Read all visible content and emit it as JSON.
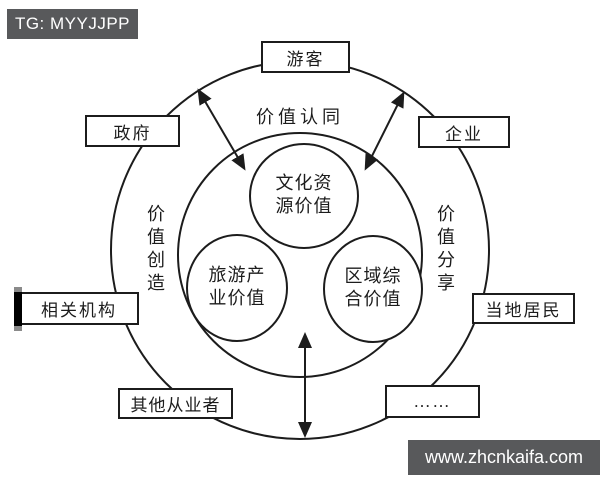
{
  "watermark_top_left": {
    "text": "TG: MYYJJPP"
  },
  "watermark_bottom_right": {
    "text": "www.zhcnkaifa.com"
  },
  "colors": {
    "badge_bg": "#58595b",
    "badge_text": "#ffffff",
    "line": "#1c1c1c",
    "background": "#ffffff"
  },
  "diagram": {
    "ring_labels": {
      "top": "价值认同",
      "left": "价值创造",
      "right": "价值分享"
    },
    "boxes": {
      "tourist": "游客",
      "government": "政府",
      "enterprise": "企业",
      "related_institutions": "相关机构",
      "local_residents": "当地居民",
      "other_practitioners": "其他从业者",
      "ellipsis": "……"
    },
    "ellipses": {
      "cultural": {
        "line1": "文化资",
        "line2": "源价值"
      },
      "tourism": {
        "line1": "旅游产",
        "line2": "业价值"
      },
      "regional": {
        "line1": "区域综",
        "line2": "合价值"
      }
    }
  }
}
